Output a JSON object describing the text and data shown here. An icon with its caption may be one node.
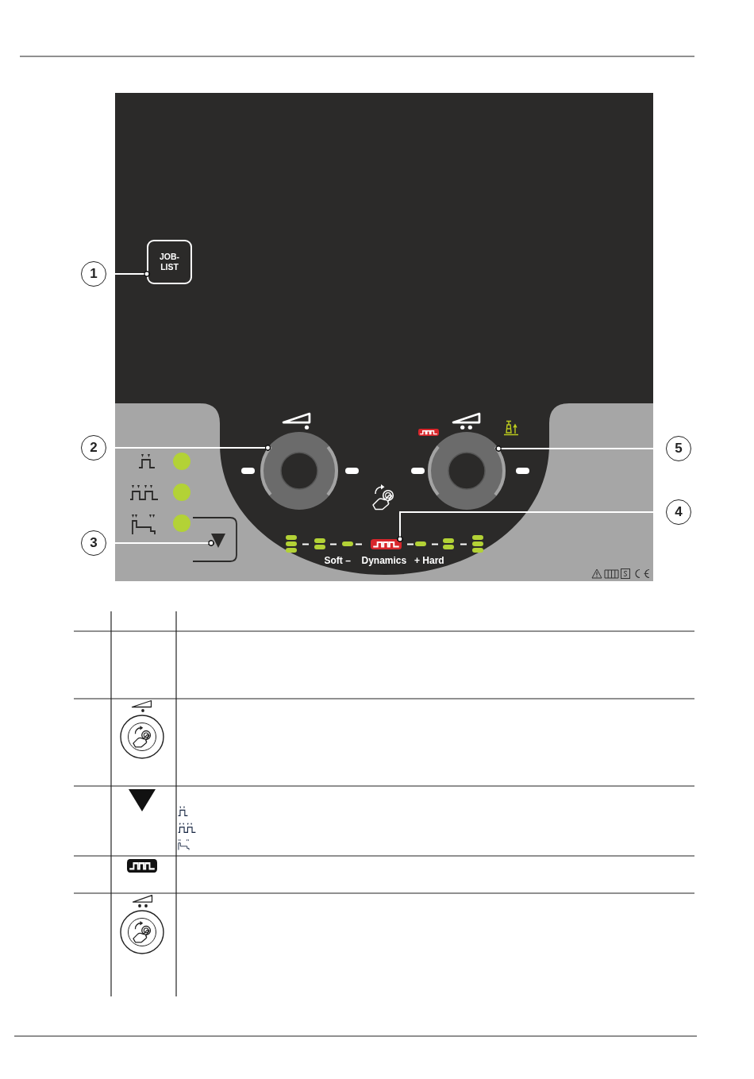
{
  "diagram": {
    "nodes": [
      {
        "text": [
          "1"
        ]
      },
      {
        "text": [
          "JOB- LIST"
        ]
      },
      {
        "text": [
          "2"
        ]
      },
      {
        "text": [],
        "shape": "circle"
      },
      {
        "text": [
          "3"
        ]
      },
      {
        "text": [],
        "shape": "triangle"
      },
      {
        "text": [
          "4"
        ]
      },
      {
        "text": [],
        "shape": "box"
      },
      {
        "text": [
          "5"
        ]
      },
      {
        "text": [],
        "shape": "circle"
      }
    ],
    "edges": [
      {
        "from": 0,
        "to": 1,
        "arrow": "other"
      },
      {
        "from": 2,
        "to": 3,
        "arrow": "other"
      },
      {
        "from": 4,
        "to": 5,
        "arrow": "other"
      },
      {
        "from": 6,
        "to": 7,
        "arrow": "other"
      },
      {
        "from": 8,
        "to": 9,
        "arrow": "other"
      }
    ],
    "labels": [
      "Soft –",
      "Dynamics",
      "+ Hard"
    ]
  }
}
